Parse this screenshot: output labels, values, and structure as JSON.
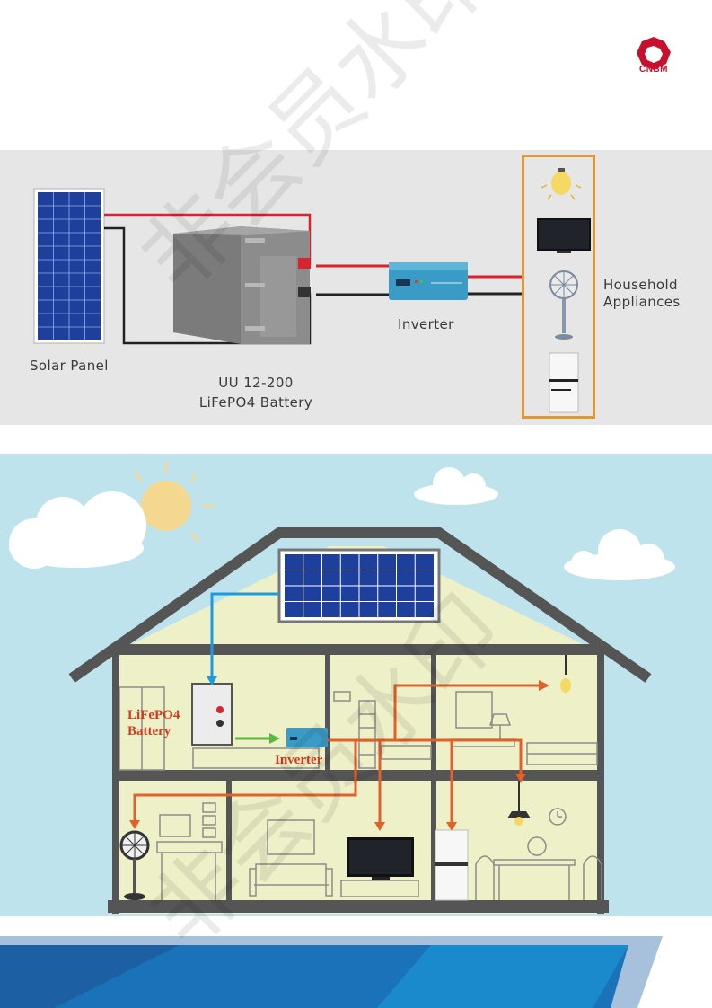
{
  "brand": {
    "logo_text": "CNBM",
    "color": "#c8102e"
  },
  "diagram": {
    "solar_panel_label": "Solar Panel",
    "battery_label_line1": "UU 12-200",
    "battery_label_line2": "LiFePO4 Battery",
    "inverter_label": "Inverter",
    "appliances_label_line1": "Household",
    "appliances_label_line2": "Appliances",
    "appliances": [
      "light-bulb",
      "television",
      "fan",
      "refrigerator"
    ],
    "wire_positive_color": "#d9232e",
    "wire_negative_color": "#222222",
    "appliance_frame_color": "#e7952d"
  },
  "house": {
    "battery_label_line1": "LiFePO4",
    "battery_label_line2": "Battery",
    "inverter_label": "Inverter",
    "solar_link_color": "#1e9be0",
    "battery_link_color": "#5ab83c",
    "power_line_color": "#e2612a",
    "label_color": "#d23a1e",
    "sky_color": "#bfe3ec",
    "wall_color": "#eef0c8"
  },
  "watermark": {
    "text": "非会员水印"
  }
}
